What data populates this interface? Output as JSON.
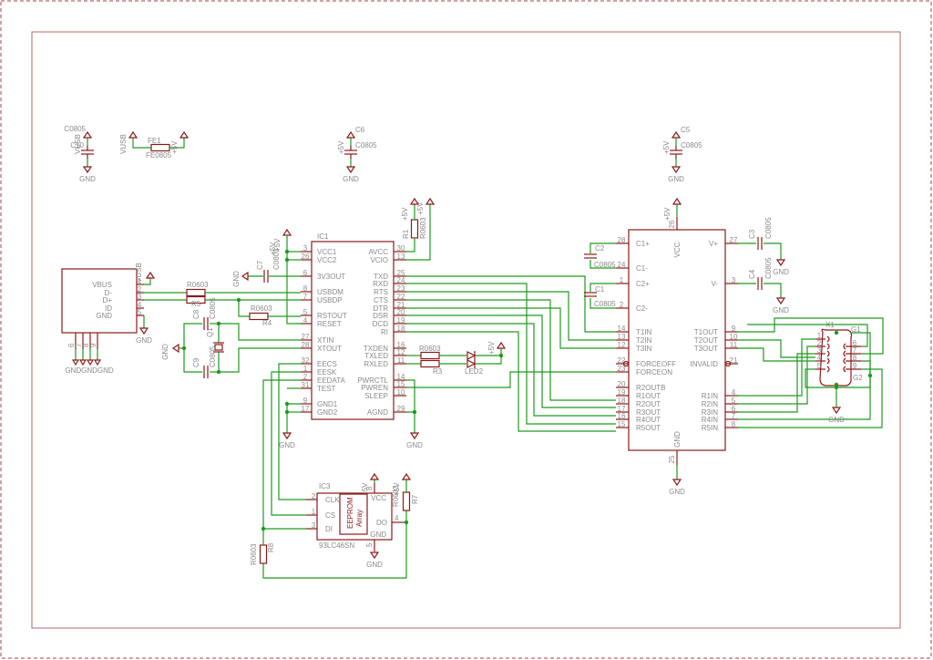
{
  "sheet": {
    "title": "USB to RS232 converter schematic"
  },
  "net_labels": {
    "vusb": "VUSB",
    "p5v": "+5V",
    "gnd": "GND"
  },
  "decoupling": [
    {
      "ref": "C10",
      "value": "C0805",
      "top": "VUSB",
      "bottom": "GND"
    },
    {
      "ref": "C6",
      "value": "C0805",
      "top": "+5V",
      "bottom": "GND"
    },
    {
      "ref": "C5",
      "value": "C0805",
      "top": "+5V",
      "bottom": "GND"
    }
  ],
  "ferrite": {
    "ref": "FE1",
    "value": "FE0805",
    "left": "VUSB",
    "right": "+5V"
  },
  "usb_connector": {
    "pins": [
      {
        "num": "1",
        "name": "VBUS"
      },
      {
        "num": "2",
        "name": "D-"
      },
      {
        "num": "3",
        "name": "D+"
      },
      {
        "num": "4",
        "name": "ID"
      },
      {
        "num": "5",
        "name": "GND"
      }
    ],
    "shield_pins": [
      "6",
      "7",
      "8",
      "9"
    ],
    "shield_net": "GND"
  },
  "ic1": {
    "ref": "IC1",
    "left_pins": [
      {
        "num": "3",
        "name": "VCC1"
      },
      {
        "num": "26",
        "name": "VCC2"
      },
      {
        "num": "6",
        "name": "3V3OUT"
      },
      {
        "num": "8",
        "name": "USBDM"
      },
      {
        "num": "7",
        "name": "USBDP"
      },
      {
        "num": "5",
        "name": "RSTOUT"
      },
      {
        "num": "4",
        "name": "RESET"
      },
      {
        "num": "27",
        "name": "XTIN"
      },
      {
        "num": "28",
        "name": "XTOUT"
      },
      {
        "num": "32",
        "name": "EECS"
      },
      {
        "num": "1",
        "name": "EESK"
      },
      {
        "num": "2",
        "name": "EEDATA"
      },
      {
        "num": "31",
        "name": "TEST"
      },
      {
        "num": "9",
        "name": "GND1"
      },
      {
        "num": "17",
        "name": "GND2"
      }
    ],
    "right_pins": [
      {
        "num": "30",
        "name": "AVCC"
      },
      {
        "num": "13",
        "name": "VCIO"
      },
      {
        "num": "25",
        "name": "TXD"
      },
      {
        "num": "24",
        "name": "RXD"
      },
      {
        "num": "23",
        "name": "RTS"
      },
      {
        "num": "22",
        "name": "CTS"
      },
      {
        "num": "21",
        "name": "DTR"
      },
      {
        "num": "20",
        "name": "DSR"
      },
      {
        "num": "19",
        "name": "DCD"
      },
      {
        "num": "18",
        "name": "RI"
      },
      {
        "num": "16",
        "name": "TXDEN"
      },
      {
        "num": "12",
        "name": "TXLED"
      },
      {
        "num": "11",
        "name": "RXLED"
      },
      {
        "num": "14",
        "name": "PWRCTL"
      },
      {
        "num": "15",
        "name": "PWREN"
      },
      {
        "num": "10",
        "name": "SLEEP"
      },
      {
        "num": "29",
        "name": "AGND"
      }
    ]
  },
  "ic1_passives": {
    "c7": {
      "ref": "C7",
      "value": "C0805"
    },
    "r4": {
      "ref": "R4",
      "value": "R0603"
    },
    "r_usb": {
      "ref": "R5",
      "value": "R0603"
    },
    "r_usb2": {
      "ref": "R6",
      "value": "R0603"
    },
    "c8": {
      "ref": "C8",
      "value": "C0805"
    },
    "c9": {
      "ref": "C9",
      "value": "C0805"
    },
    "q1": {
      "ref": "Q1"
    },
    "r1": {
      "ref": "R1",
      "value": "R0603"
    },
    "r3": {
      "ref": "R3",
      "value": "R0603"
    },
    "led": {
      "ref": "LED2"
    }
  },
  "ic2": {
    "vcc_label": "VCC",
    "vcc_pin": "26",
    "gnd_label": "GND",
    "gnd_pin": "25",
    "left_pins": [
      {
        "num": "28",
        "name": "C1+"
      },
      {
        "num": "24",
        "name": "C1-"
      },
      {
        "num": "1",
        "name": "C2+"
      },
      {
        "num": "2",
        "name": "C2-"
      },
      {
        "num": "14",
        "name": "T1IN"
      },
      {
        "num": "13",
        "name": "T2IN"
      },
      {
        "num": "12",
        "name": "T3IN"
      },
      {
        "num": "22",
        "name": "FORCEOFF"
      },
      {
        "num": "23",
        "name": "FORCEON"
      },
      {
        "num": "20",
        "name": "R2OUTB"
      },
      {
        "num": "19",
        "name": "R1OUT"
      },
      {
        "num": "18",
        "name": "R2OUT"
      },
      {
        "num": "17",
        "name": "R3OUT"
      },
      {
        "num": "16",
        "name": "R4OUT"
      },
      {
        "num": "15",
        "name": "R5OUT"
      }
    ],
    "right_pins": [
      {
        "num": "27",
        "name": "V+"
      },
      {
        "num": "3",
        "name": "V-"
      },
      {
        "num": "9",
        "name": "T1OUT"
      },
      {
        "num": "10",
        "name": "T2OUT"
      },
      {
        "num": "11",
        "name": "T3OUT"
      },
      {
        "num": "21",
        "name": "INVALID"
      },
      {
        "num": "4",
        "name": "R1IN"
      },
      {
        "num": "5",
        "name": "R2IN"
      },
      {
        "num": "6",
        "name": "R3IN"
      },
      {
        "num": "7",
        "name": "R4IN"
      },
      {
        "num": "8",
        "name": "R5IN"
      }
    ],
    "caps": [
      {
        "ref": "C2",
        "value": "C0805"
      },
      {
        "ref": "C1",
        "value": "C0805"
      },
      {
        "ref": "C3",
        "value": "C0805"
      },
      {
        "ref": "C4",
        "value": "C0805"
      }
    ]
  },
  "x1": {
    "ref": "X1",
    "left_pins": [
      "1",
      "2",
      "3",
      "4",
      "5"
    ],
    "right_pins": [
      "6",
      "7",
      "8",
      "9"
    ],
    "shield": [
      "G1",
      "G2"
    ]
  },
  "ic3": {
    "ref": "IC3",
    "part": "93LC46SN",
    "pins": [
      {
        "num": "2",
        "name": "CLK"
      },
      {
        "num": "1",
        "name": "CS"
      },
      {
        "num": "3",
        "name": "DI"
      },
      {
        "num": "4",
        "name": "DO"
      },
      {
        "num": "8",
        "name": "VCC"
      },
      {
        "num": "5",
        "name": "GND"
      }
    ],
    "array_label": "EEPROM",
    "array_sub": "Array",
    "r7": {
      "ref": "R7",
      "value": "R0603"
    },
    "r8": {
      "ref": "R8",
      "value": "R0603"
    }
  }
}
